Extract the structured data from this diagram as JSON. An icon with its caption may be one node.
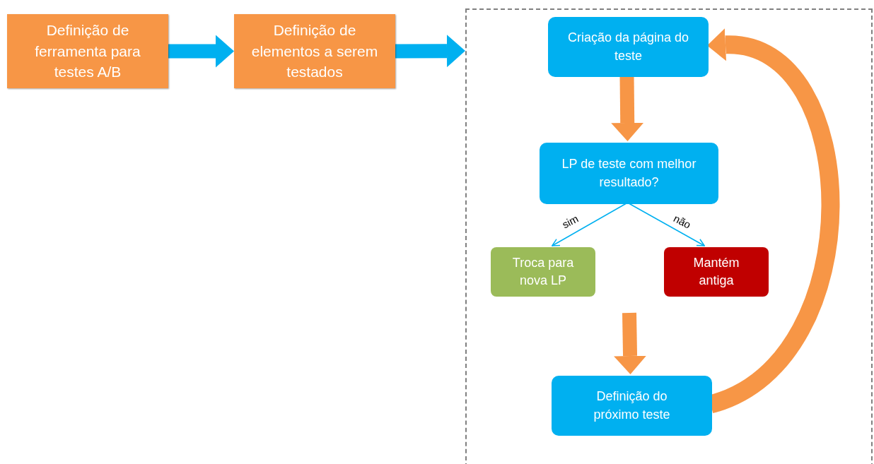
{
  "diagram": {
    "nodes": [
      {
        "text": [
          "Definição de ferramenta para testes A/B"
        ]
      },
      {
        "text": [
          "Definição de elementos a serem testados"
        ]
      },
      {
        "text": [],
        "shape": "box"
      },
      {
        "text": [
          "Criação da página do teste"
        ],
        "in": 2
      },
      {
        "text": [
          "LP de teste com melhor resultado?"
        ],
        "in": 2
      },
      {
        "text": [
          "Troca para nova LP"
        ],
        "in": 2
      },
      {
        "text": [
          "Mantém antiga"
        ],
        "in": 2
      },
      {
        "text": [
          "Definição do próximo teste"
        ],
        "in": 2
      }
    ],
    "edges": [
      {
        "from": 0,
        "to": 1,
        "arrow": "to"
      },
      {
        "from": 1,
        "to": 2,
        "arrow": "to"
      },
      {
        "from": 3,
        "to": 4,
        "arrow": "to",
        "color": "#f79646"
      },
      {
        "from": 4,
        "to": 5,
        "arrow": "to",
        "label": "sim"
      },
      {
        "from": 4,
        "to": 6,
        "arrow": "to",
        "label": "não"
      },
      {
        "from": null,
        "to": 7,
        "arrow": "to",
        "color": "#f79646"
      },
      {
        "from": 7,
        "to": 3,
        "arrow": "to",
        "color": "#f79646"
      }
    ]
  }
}
